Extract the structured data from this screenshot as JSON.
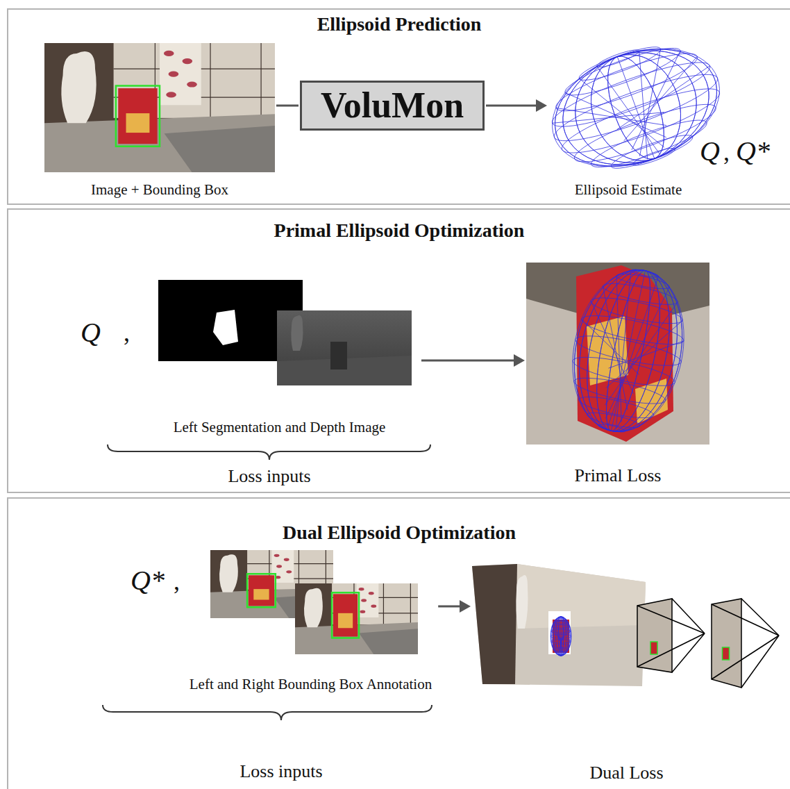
{
  "diagram": {
    "nodes": [
      {
        "text": [
          "Ellipsoid Prediction"
        ]
      },
      {
        "text": [
          "Image + Bounding Box"
        ],
        "in": 0
      },
      {
        "text": [
          "VoluMon"
        ],
        "in": 0
      },
      {
        "text": [
          "Ellipsoid Estimate"
        ],
        "in": 0
      },
      {
        "text": [
          "Primal Ellipsoid Optimization"
        ]
      },
      {
        "text": [
          "Left Segmentation and Depth Image"
        ],
        "in": 4
      },
      {
        "text": [
          "Primal Loss"
        ],
        "in": 4
      },
      {
        "text": [
          "Dual Ellipsoid Optimization"
        ]
      },
      {
        "text": [
          "Left and Right Bounding Box Annotation"
        ],
        "in": 7
      },
      {
        "text": [
          "Dual Loss"
        ],
        "in": 7
      }
    ],
    "edges": [
      {
        "from": 1,
        "to": 2,
        "arrow": "none"
      },
      {
        "from": 2,
        "to": 3,
        "arrow": "to"
      },
      {
        "from": 5,
        "to": 6,
        "arrow": "to"
      },
      {
        "from": 8,
        "to": 9,
        "arrow": "to"
      }
    ],
    "labels": [
      "Q",
      ",",
      "Q*",
      "Q",
      ",",
      "Loss inputs",
      "Q*",
      ",",
      "Loss inputs"
    ]
  }
}
